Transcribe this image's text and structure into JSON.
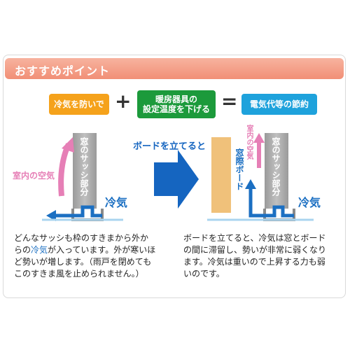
{
  "header": {
    "title": "おすすめポイント"
  },
  "equation": {
    "item1": "冷気を防いで",
    "plus": "+",
    "item2": "暖房器具の\n設定温度を下げる",
    "equals": "=",
    "result": "電気代等の節約"
  },
  "left_diagram": {
    "window_label": "窓のサッシ部分",
    "room_air_label": "室内の空気",
    "cold_air_label": "冷気"
  },
  "middle": {
    "caption": "ボードを立てると"
  },
  "right_diagram": {
    "window_label": "窓のサッシ部分",
    "board_label": "窓際ボード",
    "room_air_label": "室内の空気",
    "cold_air_label": "冷気"
  },
  "left_text": {
    "part1": "どんなサッシも枠のすきまから外か",
    "part2": "らの",
    "highlight": "冷気",
    "part3": "が入っています。外が寒いほ",
    "part4": "ど勢いが増します。（雨戸を閉めても",
    "part5": "このすきま風を止められません。）"
  },
  "right_text": {
    "line1": "ボードを立てると、冷気は窓とボード",
    "line2": "の間に滞留し、勢いが非常に弱くなり",
    "line3": "ます。冷気は重いので上昇する力も弱",
    "line4": "いのです。"
  },
  "colors": {
    "header": "#f18f76",
    "orange": "#f5a21b",
    "green": "#1c9a3b",
    "blue": "#1ea2dc",
    "arrow_blue": "#1b6fc2",
    "pink": "#e67fb6",
    "board": "#f0c17a"
  }
}
